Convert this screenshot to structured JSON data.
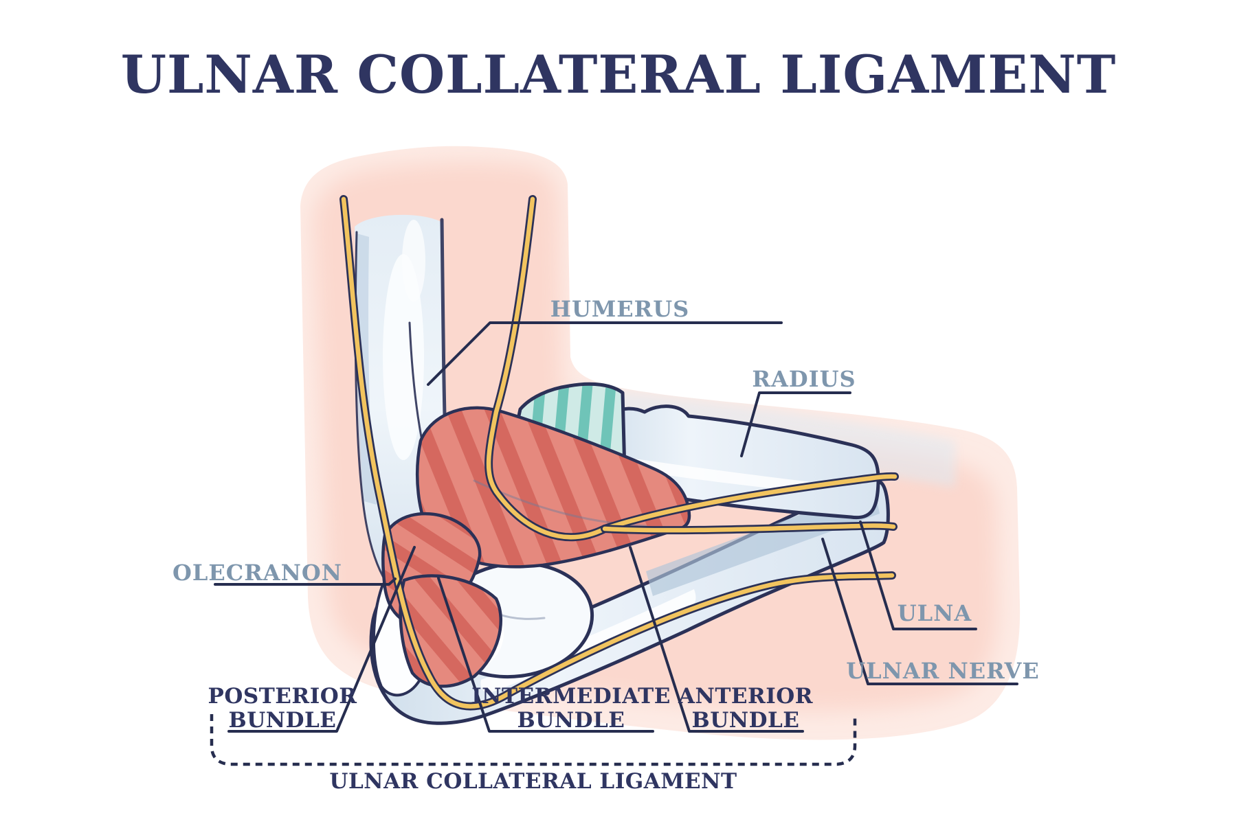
{
  "title": "ULNAR COLLATERAL LIGAMENT",
  "labels": {
    "humerus": "HUMERUS",
    "radius": "RADIUS",
    "olecranon": "OLECRANON",
    "ulna": "ULNA",
    "ulnar_nerve": "ULNAR NERVE",
    "posterior_bundle": [
      "POSTERIOR",
      "BUNDLE"
    ],
    "intermediate_bundle": [
      "INTERMEDIATE",
      "BUNDLE"
    ],
    "anterior_bundle": [
      "ANTERIOR",
      "BUNDLE"
    ],
    "bracket_label": "ULNAR COLLATERAL LIGAMENT"
  },
  "palette": {
    "title_navy": "#2f3561",
    "outline_navy": "#2b3157",
    "bone_label_blue": "#7e96ad",
    "skin_pink": "#fbd8ce",
    "skin_pale_pink": "#fdebe5",
    "bone_light": "#f3f8fc",
    "bone_mid": "#dde8f2",
    "bone_shade": "#b9cbdc",
    "ligament_red": "#e5897e",
    "ligament_red_stripe": "#d5685f",
    "tendon_teal": "#6fc4b8",
    "tendon_teal_light": "#cfeae6",
    "nerve_yellow": "#f2c45f"
  }
}
